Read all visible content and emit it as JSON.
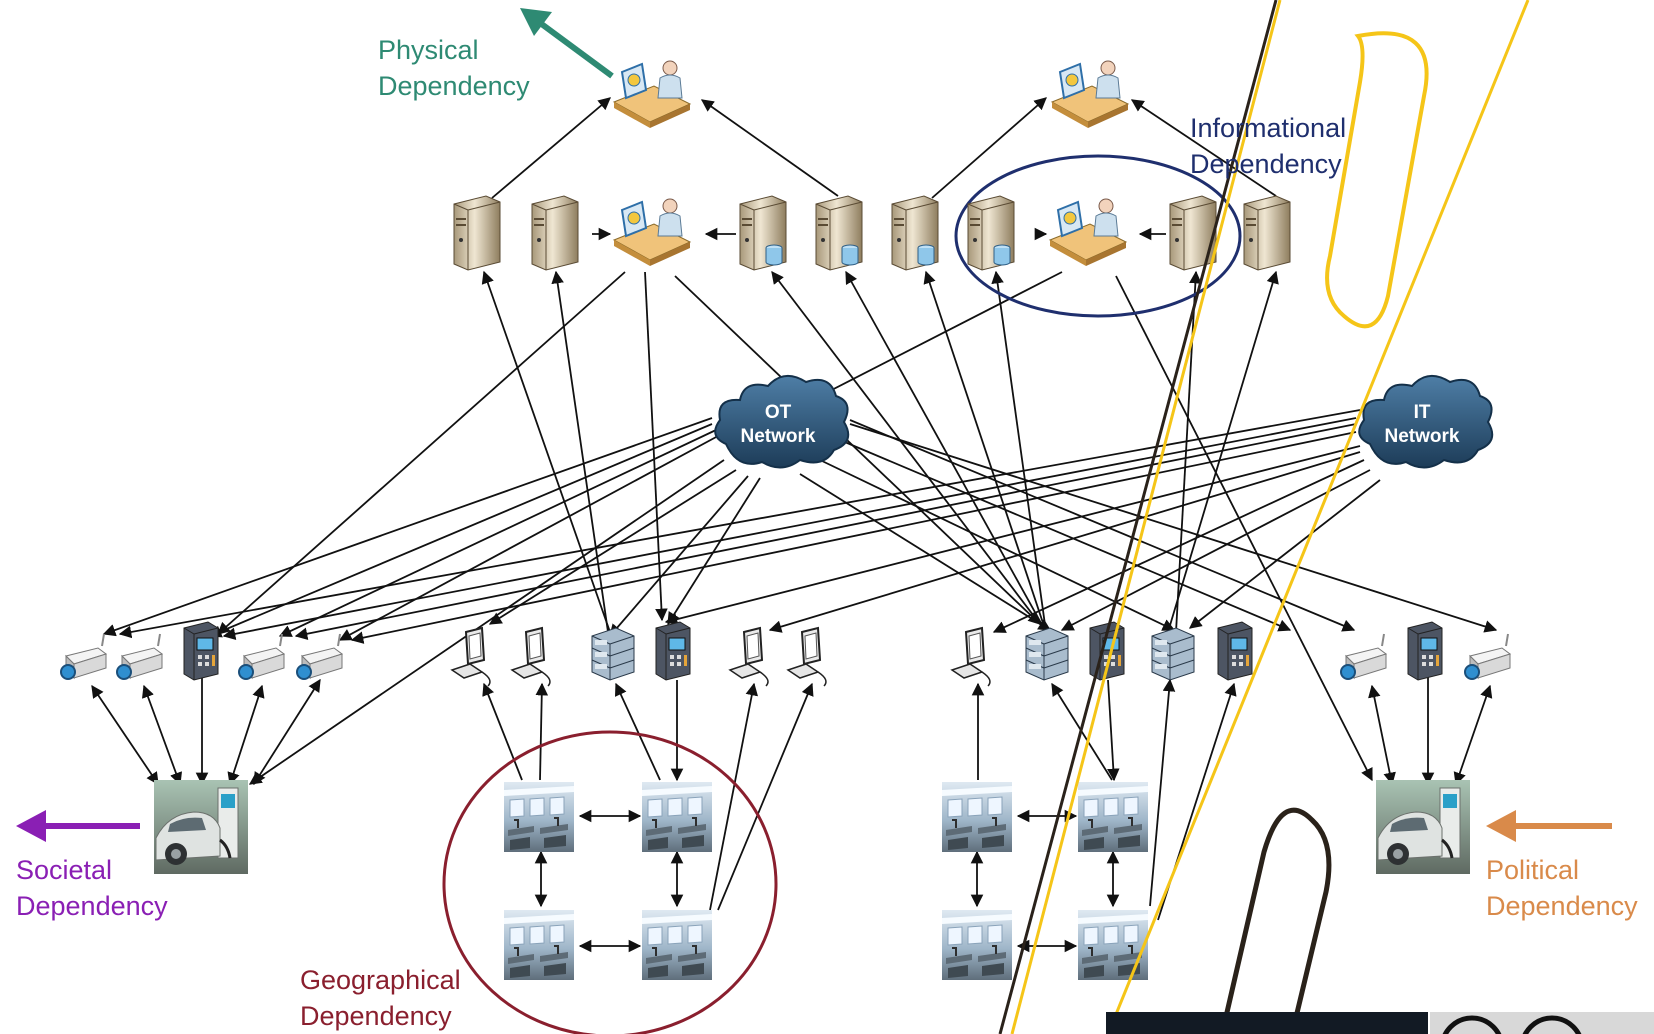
{
  "labels": {
    "physical": [
      "Physical",
      "Dependency"
    ],
    "informational": [
      "Informational",
      "Dependency"
    ],
    "societal": [
      "Societal",
      "Dependency"
    ],
    "political": [
      "Political",
      "Dependency"
    ],
    "geographical": [
      "Geographical",
      "Dependency"
    ]
  },
  "networks": {
    "ot": [
      "OT",
      "Network"
    ],
    "it": [
      "IT",
      "Network"
    ]
  },
  "colors": {
    "physical": "#2e8a73",
    "informational": "#1f2f6e",
    "societal": "#8a1fb4",
    "political": "#d98a4a",
    "geographical": "#8a1f2e",
    "yellow_stripe": "#f5c518",
    "cloud": "#2c5478"
  },
  "icons": [
    "operator-workstation-icon",
    "server-icon",
    "database-server-icon",
    "cloud-network-icon",
    "cctv-camera-icon",
    "access-keypad-icon",
    "desktop-pc-icon",
    "rack-switch-icon",
    "office-building-icon",
    "ev-charger-icon"
  ]
}
